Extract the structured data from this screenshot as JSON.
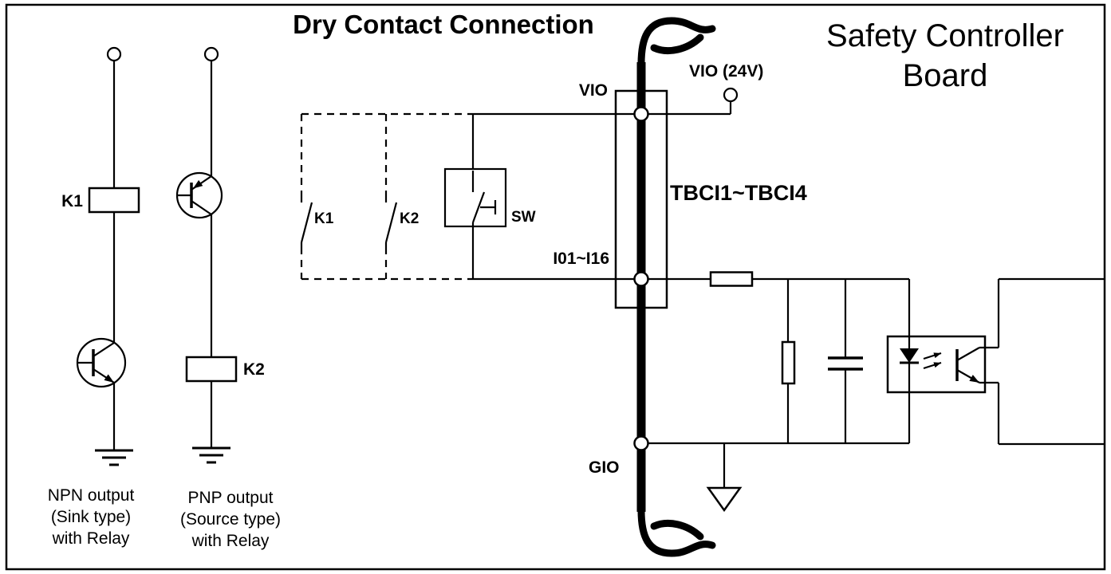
{
  "page": {
    "title": "Dry Contact Connection",
    "board": {
      "title_line1": "Safety Controller",
      "title_line2": "Board",
      "tbci_label": "TBCI1~TBCI4"
    },
    "terminals": {
      "vio": "VIO",
      "vio_24v": "VIO (24V)",
      "inputs": "I01~I16",
      "gio": "GIO"
    },
    "contacts": {
      "k1": "K1",
      "k2": "K2",
      "sw": "SW"
    },
    "relays": {
      "k1": "K1",
      "k2": "K2"
    },
    "captions": {
      "npn": [
        "NPN output",
        "(Sink type)",
        "with Relay"
      ],
      "pnp": [
        "PNP output",
        "(Source type)",
        "with Relay"
      ]
    },
    "colors": {
      "stroke": "#000000",
      "background": "#ffffff"
    }
  }
}
